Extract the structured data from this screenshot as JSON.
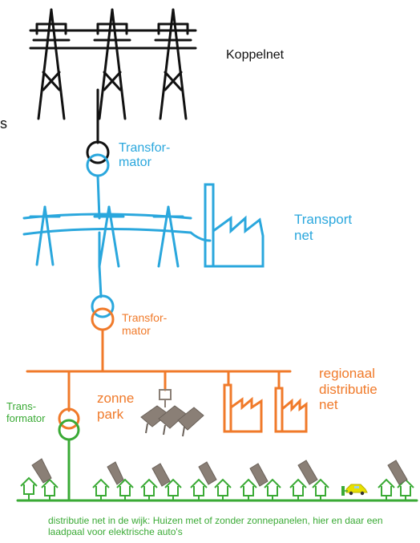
{
  "labels": {
    "koppelnet": "Koppelnet",
    "stray": "s",
    "transformator_1": "Transfor-\nmator",
    "transport_net": "Transport\nnet",
    "transformator_2": "Transfor-\nmator",
    "regionaal": "regionaal\ndistributie\nnet",
    "zonne_park": "zonne\npark",
    "transformator_3": "Trans-\nformator",
    "wijk": "distributie net in de wijk: Huizen met of zonder zonnepanelen, hier en daar een laadpaal voor elektrische auto's"
  },
  "colors": {
    "koppelnet": "#111111",
    "transport": "#2aa7dd",
    "regional": "#f07a2a",
    "local": "#3aaa35",
    "solar_panel": "#8a7f76",
    "car": "#e8e000"
  },
  "icons": [
    "pylon-icon",
    "transformer-icon",
    "factory-icon",
    "solar-panel-icon",
    "house-icon",
    "car-icon"
  ]
}
